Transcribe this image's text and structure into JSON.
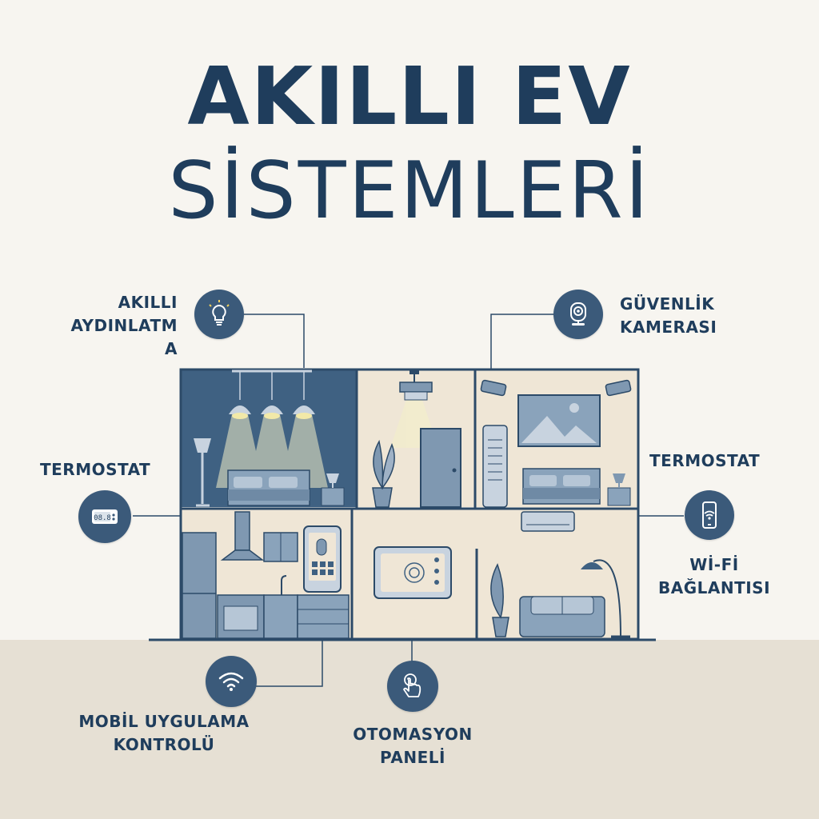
{
  "title": {
    "line1": "AKILLI EV",
    "line2": "SİSTEMLERİ"
  },
  "features": {
    "lighting": {
      "label": "AKILLI\nAYDINLATM\nA",
      "icon": "lightbulb-icon"
    },
    "thermostat_left": {
      "label": "TERMOSTAT",
      "icon": "thermostat-icon",
      "display": "08.8"
    },
    "camera": {
      "label": "GÜVENLİK\nKAMERASI",
      "icon": "security-camera-icon"
    },
    "thermostat_right": {
      "label": "TERMOSTAT"
    },
    "wifi": {
      "label": "Wİ-Fİ\nBAĞLANTISI",
      "icon": "smartphone-wifi-icon"
    },
    "mobile": {
      "label": "MOBİL UYGULAMA\nKONTROLÜ",
      "icon": "wifi-icon"
    },
    "panel": {
      "label": "OTOMASYON\nPANELİ",
      "icon": "touch-hand-icon"
    }
  },
  "colors": {
    "navy": "#1f3d5c",
    "icon_bg": "#3b5a7a",
    "room_dark": "#3f6182",
    "room_light": "#efe6d6",
    "ground": "#e6e0d4",
    "furniture": "#7f98b1"
  }
}
